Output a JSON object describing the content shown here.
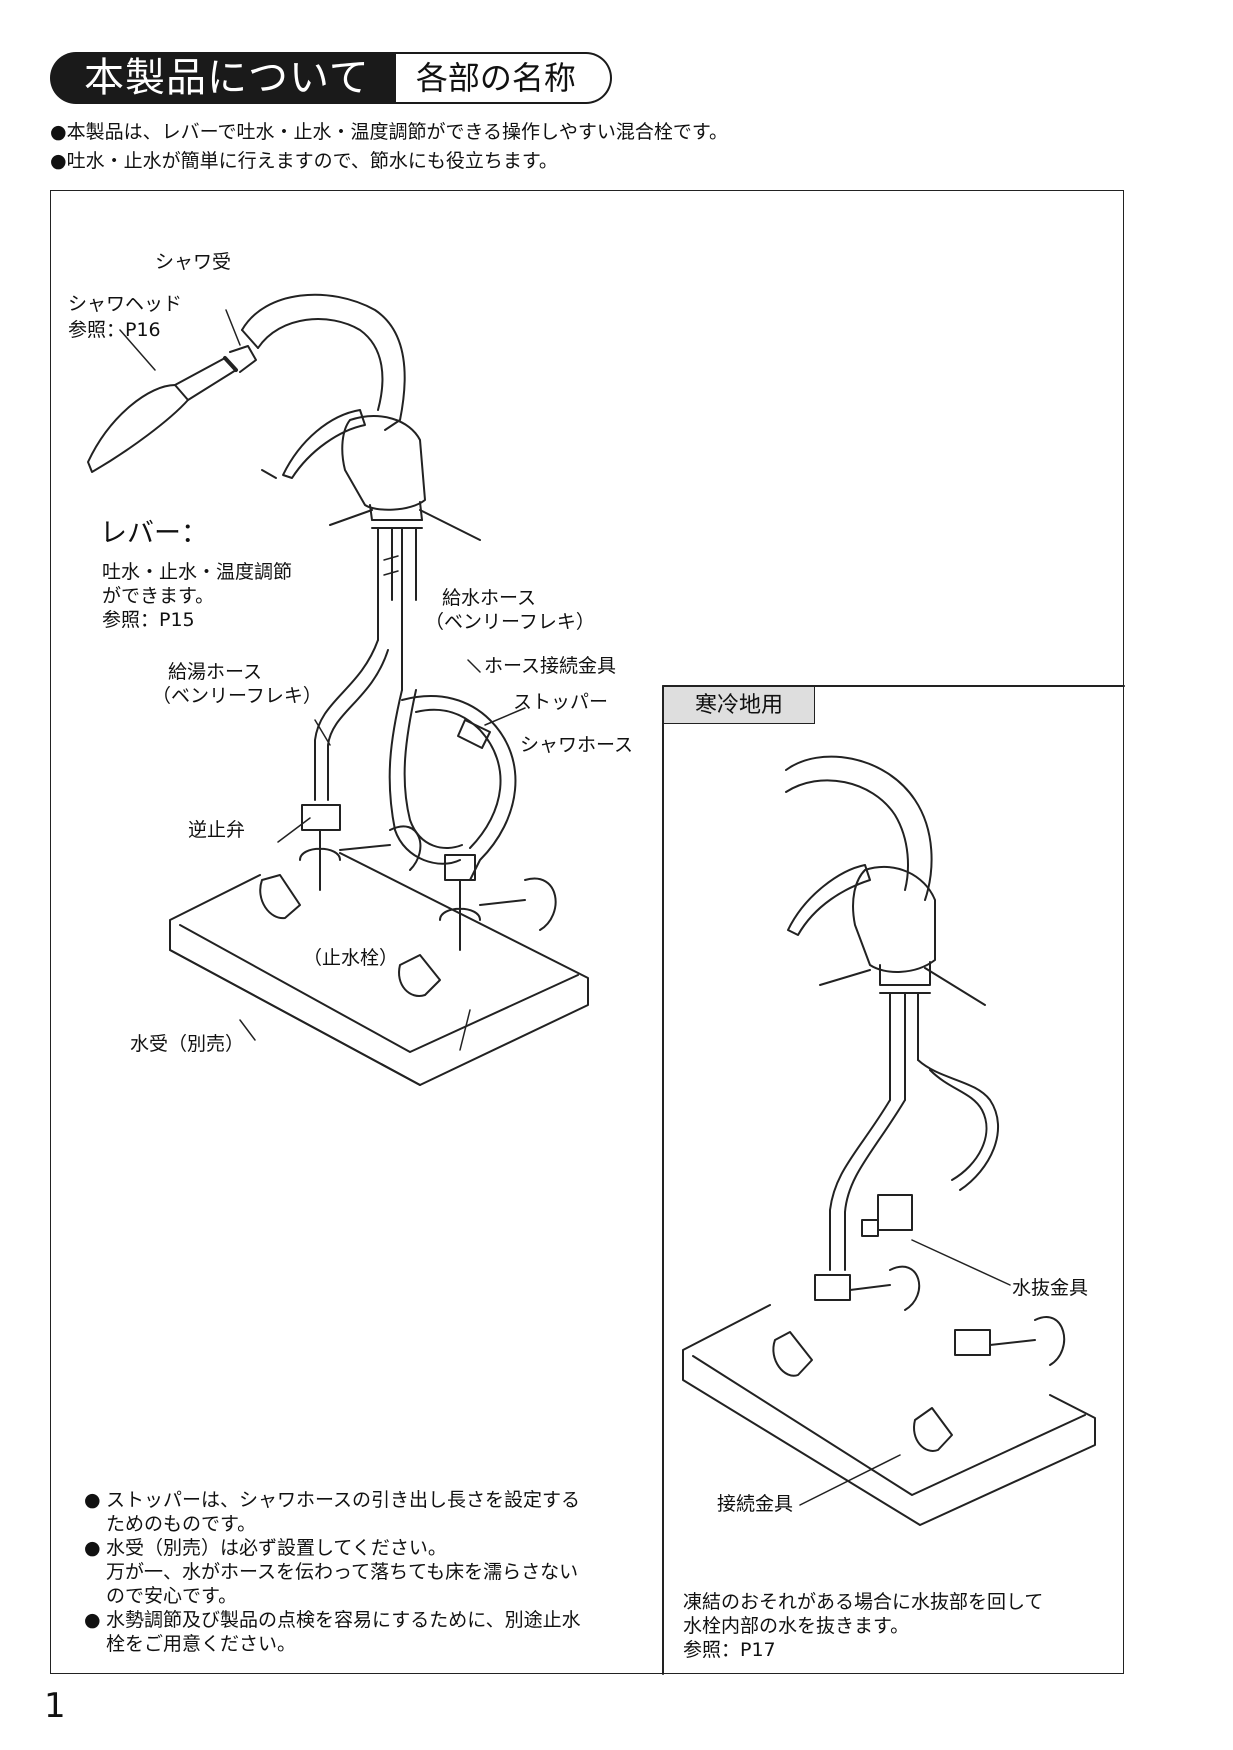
{
  "header": {
    "title": "本製品について",
    "subtitle": "各部の名称"
  },
  "intro": [
    "●本製品は、レバーで吐水・止水・温度調節ができる操作しやすい混合栓です。",
    "●吐水・止水が簡単に行えますので、節水にも役立ちます。"
  ],
  "labels": {
    "shower_receiver": "シャワ受",
    "shower_head": "シャワヘッド",
    "shower_head_ref": "参照：P16",
    "lever": "レバー：",
    "lever_desc_1": "吐水・止水・温度調節",
    "lever_desc_2": "ができます。",
    "lever_ref": "参照：P15",
    "supply_hose": "給水ホース",
    "supply_hose_sub": "（ベンリーフレキ）",
    "hot_hose": "給湯ホース",
    "hot_hose_sub": "（ベンリーフレキ）",
    "hose_fitting": "ホース接続金具",
    "stopper": "ストッパー",
    "shower_hose": "シャワホース",
    "check_valve": "逆止弁",
    "stop_valve": "（止水栓）",
    "water_tray": "水受（別売）",
    "drain_fitting": "水抜金具",
    "connection_fitting": "接続金具"
  },
  "cold_region": {
    "tag": "寒冷地用",
    "notes": [
      "凍結のおそれがある場合に水抜部を回して",
      "水栓内部の水を抜きます。",
      "参照：P17"
    ]
  },
  "notes": [
    {
      "bullet": "●",
      "lines": [
        "ストッパーは、シャワホースの引き出し長さを設定する",
        "ためのものです。"
      ]
    },
    {
      "bullet": "●",
      "lines": [
        "水受（別売）は必ず設置してください。",
        "万が一、水がホースを伝わって落ちても床を濡らさない",
        "ので安心です。"
      ]
    },
    {
      "bullet": "●",
      "lines": [
        "水勢調節及び製品の点検を容易にするために、別途止水",
        "栓をご用意ください。"
      ]
    }
  ],
  "page_number": "1"
}
